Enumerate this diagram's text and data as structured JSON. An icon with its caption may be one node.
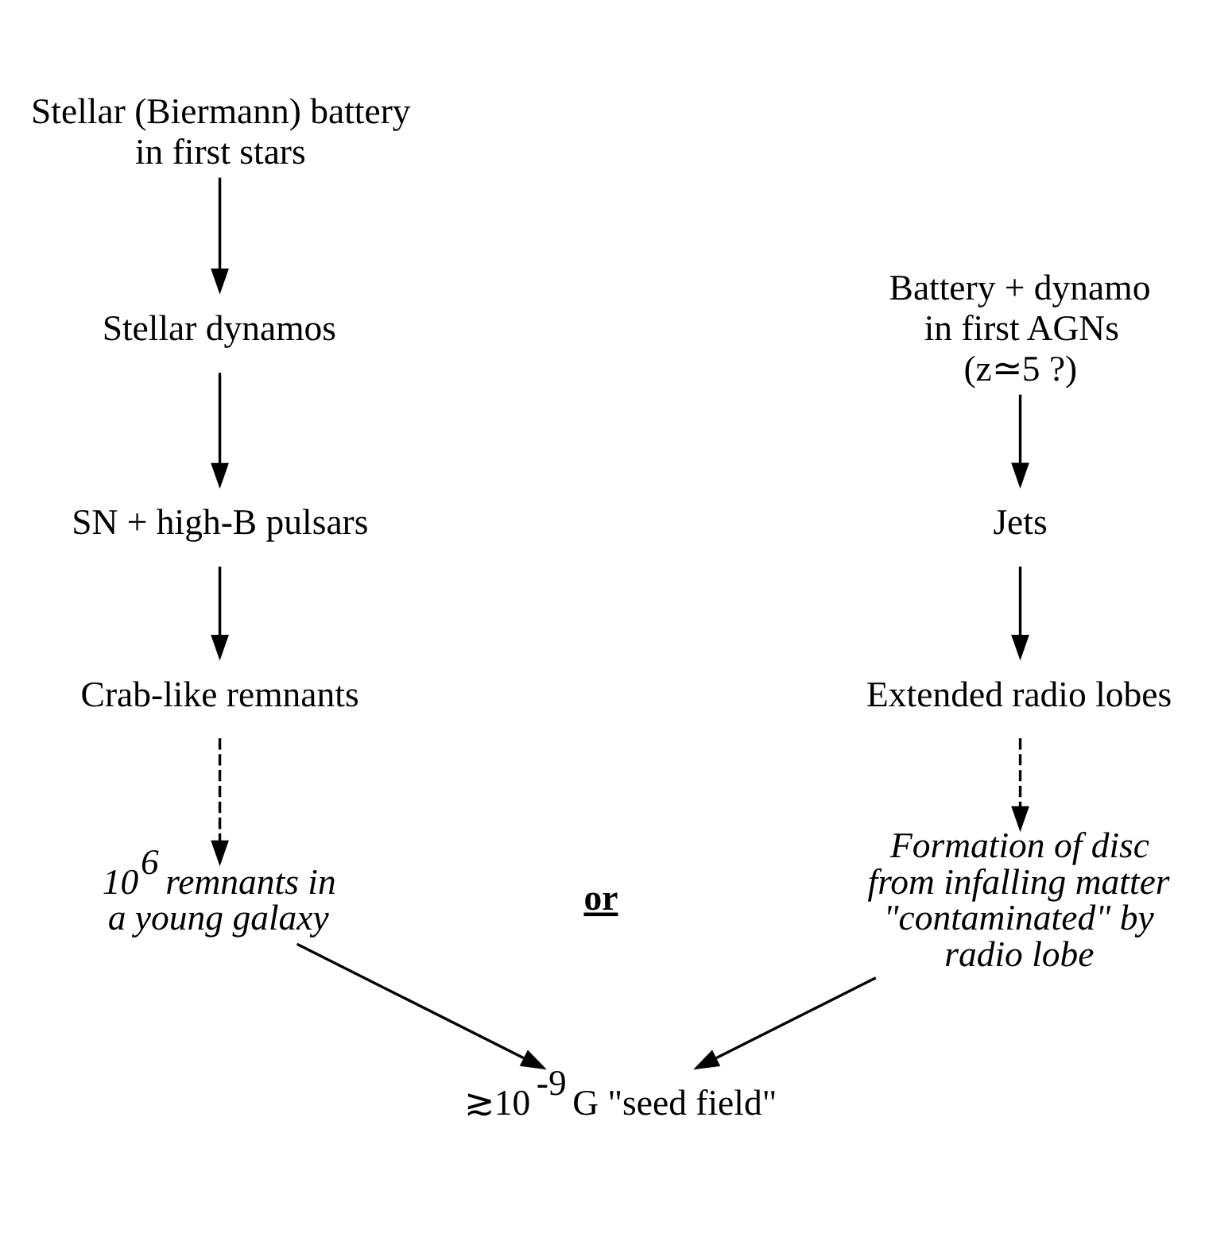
{
  "diagram": {
    "nodes": [
      {
        "text": [
          "Stellar (Biermann) battery in first stars"
        ]
      },
      {
        "text": [
          "Stellar dynamos"
        ]
      },
      {
        "text": [
          "SN + high-B pulsars"
        ]
      },
      {
        "text": [
          "Crab-like remnants"
        ]
      },
      {
        "text": [
          "10$^{6}$ remnants in a young galaxy"
        ]
      },
      {
        "text": [
          "Battery + dynamo in first AGNs (z≃5 ?)"
        ]
      },
      {
        "text": [
          "Jets"
        ]
      },
      {
        "text": [
          "Extended radio lobes"
        ]
      },
      {
        "text": [
          "Formation of disc from infalling matter \"contaminated\" by radio lobe"
        ]
      },
      {
        "text": [
          "≳10$^{-9}$ G \"seed field\""
        ]
      }
    ],
    "edges": [
      {
        "from": 0,
        "to": 1,
        "arrow": "to"
      },
      {
        "from": 1,
        "to": 2,
        "arrow": "to"
      },
      {
        "from": 2,
        "to": 3,
        "arrow": "to"
      },
      {
        "from": 3,
        "to": 4,
        "arrow": "to",
        "style": "dashed"
      },
      {
        "from": 5,
        "to": 6,
        "arrow": "to"
      },
      {
        "from": 6,
        "to": 7,
        "arrow": "to"
      },
      {
        "from": 7,
        "to": 8,
        "arrow": "to",
        "style": "dashed"
      },
      {
        "from": 4,
        "to": 9,
        "arrow": "to"
      },
      {
        "from": 8,
        "to": 9,
        "arrow": "to"
      }
    ],
    "labels": [
      "or"
    ]
  }
}
